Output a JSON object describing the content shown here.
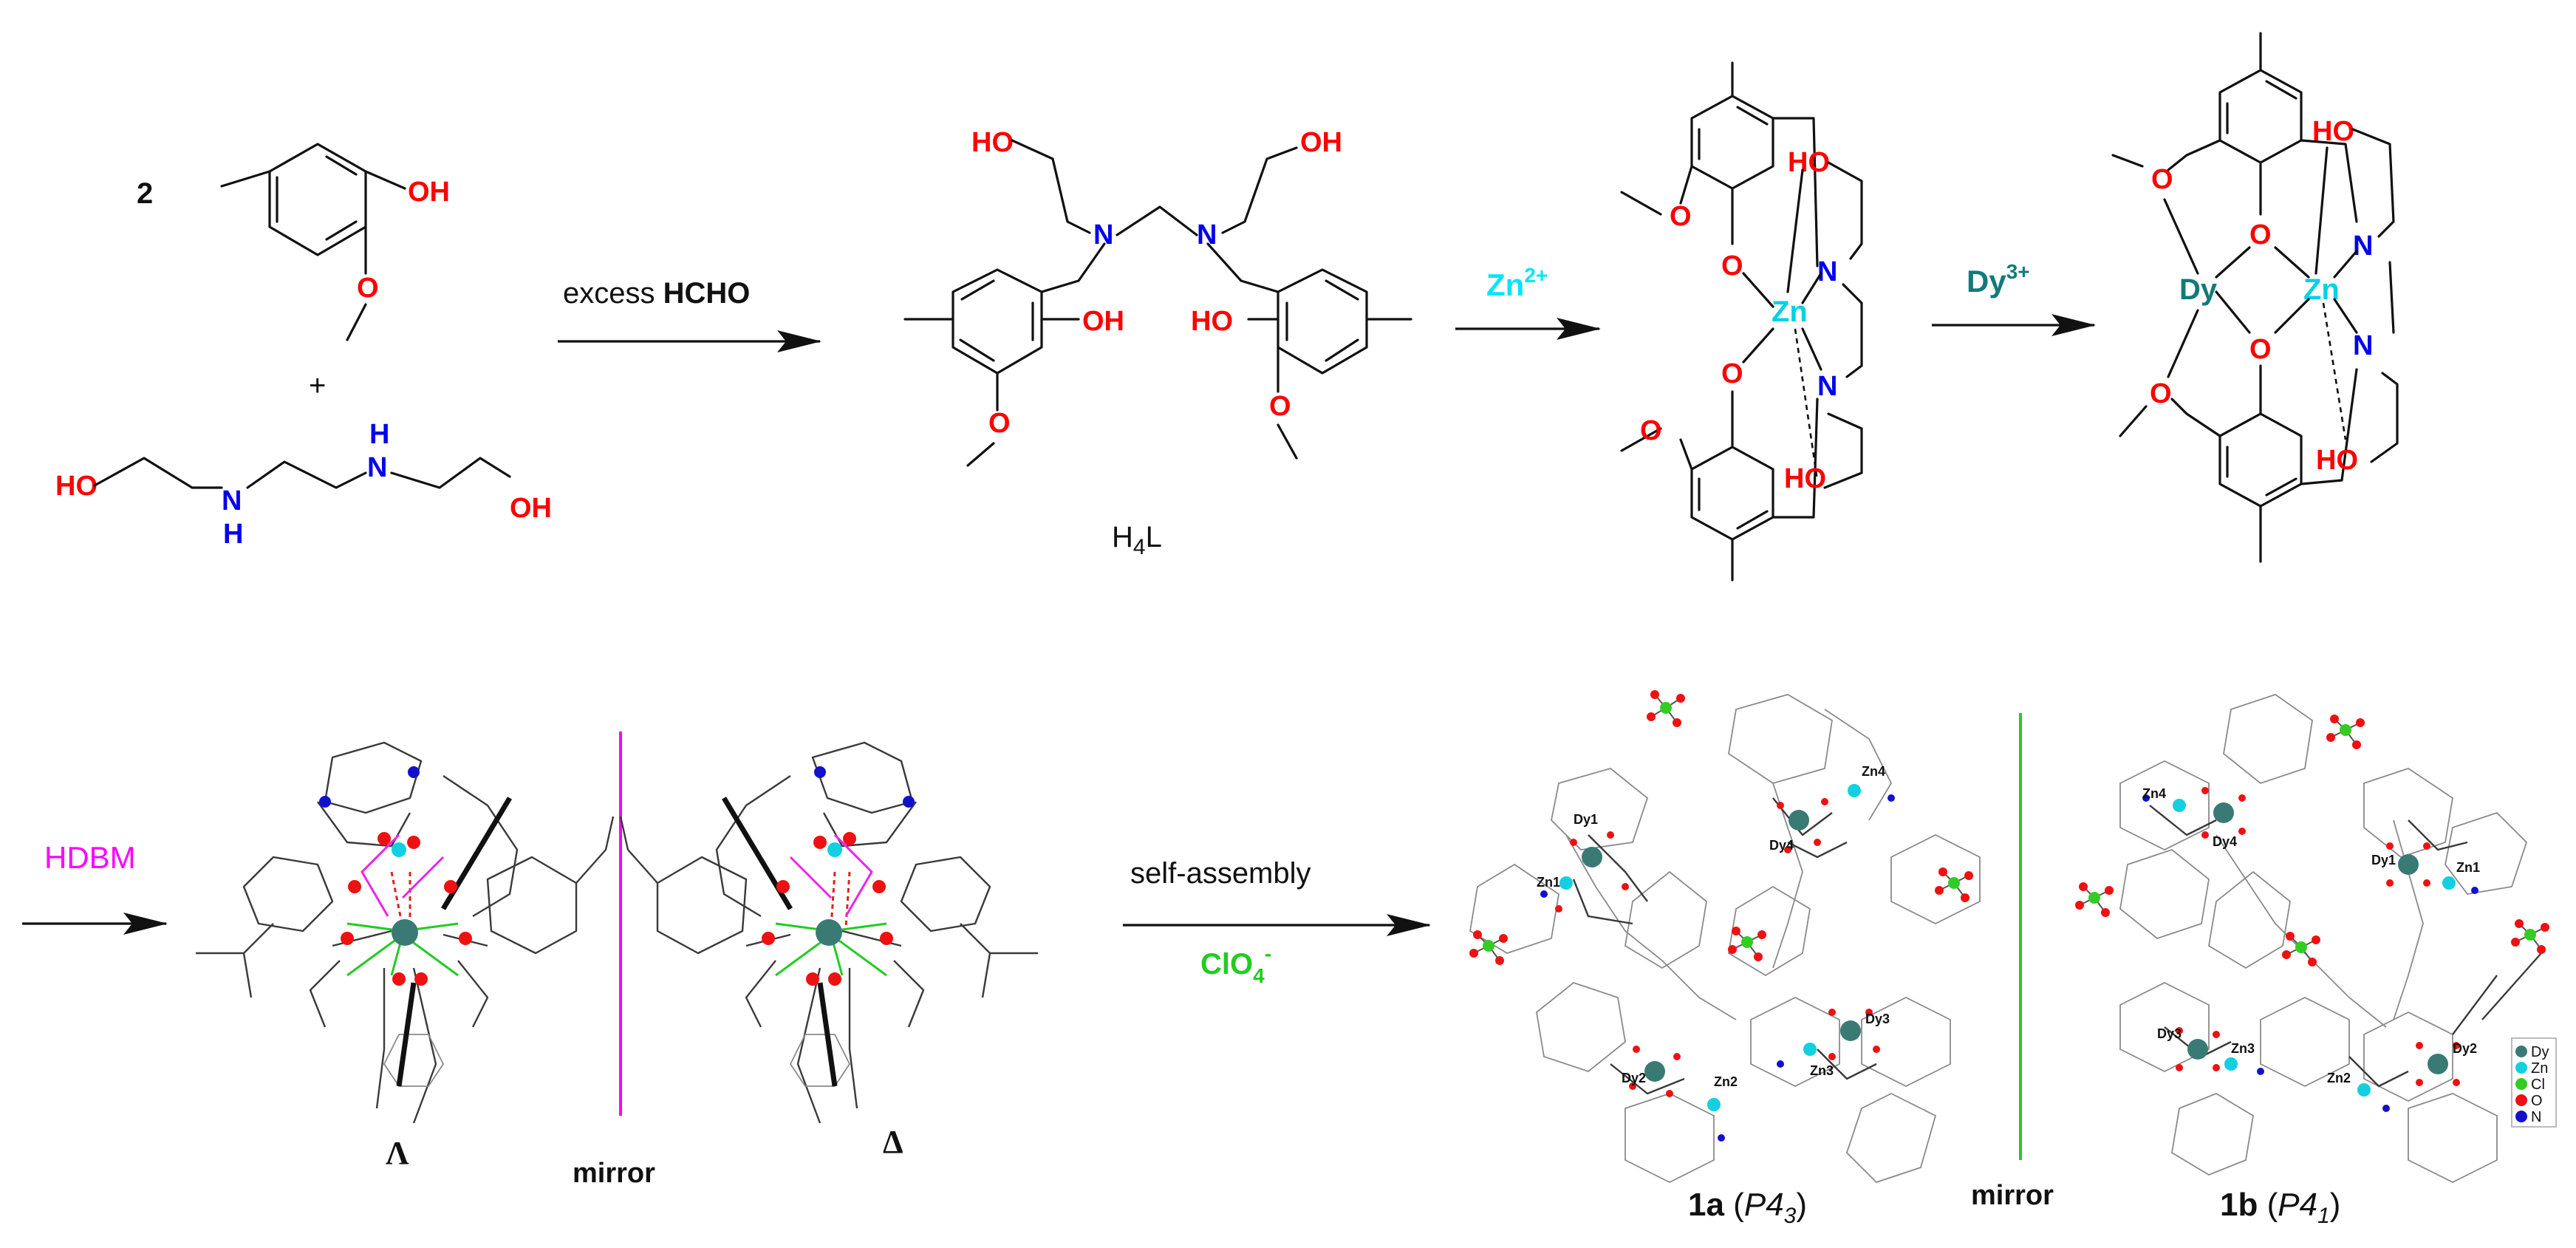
{
  "reactants": {
    "coefficient": "2",
    "phenol_oh": "OH",
    "methoxy_o": "O",
    "plus": "+",
    "amine_ho": "HO",
    "amine_nh1_n": "N",
    "amine_nh1_h": "H",
    "amine_nh2_h": "H",
    "amine_nh2_n": "N",
    "amine_oh": "OH"
  },
  "arrow1": {
    "label_prefix": "excess ",
    "label_bold": "HCHO"
  },
  "ligand": {
    "ho_left": "HO",
    "oh_right": "OH",
    "n_left": "N",
    "n_right": "N",
    "oh_ring_left": "OH",
    "ho_ring_right": "HO",
    "ome_left_o": "O",
    "ome_right_o": "O",
    "name_main": "H",
    "name_sub": "4",
    "name_tail": "L"
  },
  "arrow2": {
    "label_main": "Zn",
    "label_sup": "2+",
    "color": "#00e5ff"
  },
  "zn_complex": {
    "ho_top": "HO",
    "ho_bottom": "HO",
    "n_top": "N",
    "n_bottom": "N",
    "o_top": "O",
    "o_bottom": "O",
    "ome_top_o": "O",
    "ome_bottom_o": "O",
    "metal": "Zn",
    "metal_color": "#00d2e6"
  },
  "arrow3": {
    "label_main": "Dy",
    "label_sup": "3+",
    "color": "#127a7a"
  },
  "zndy_complex": {
    "ho_top": "HO",
    "ho_bottom": "HO",
    "n_top": "N",
    "n_bottom": "N",
    "o_top": "O",
    "o_bottom": "O",
    "ome_top_o": "O",
    "ome_bottom_o": "O",
    "dy": "Dy",
    "zn": "Zn",
    "dy_color": "#127a7a",
    "zn_color": "#00d2e6"
  },
  "row2_arrow": {
    "label": "HDBM",
    "color": "#ff00ff"
  },
  "enantiomers": {
    "left": "Λ",
    "right": "Δ",
    "mirror": "mirror",
    "mirror_line_color": "#ff00ff"
  },
  "assembly_arrow": {
    "label": "self-assembly",
    "anion_main": "ClO",
    "anion_sub": "4",
    "anion_sup": "-",
    "anion_color": "#22cc22"
  },
  "crystals": {
    "left_labels": [
      "Dy1",
      "Zn1",
      "Dy4",
      "Zn4",
      "Dy2",
      "Zn2",
      "Dy3",
      "Zn3"
    ],
    "right_labels": [
      "Zn4",
      "Dy4",
      "Dy1",
      "Zn1",
      "Dy3",
      "Zn3",
      "Zn2",
      "Dy2"
    ],
    "caption_left_bold": "1a",
    "caption_left_sg": "P4",
    "caption_left_sub": "3",
    "caption_right_bold": "1b",
    "caption_right_sg": "P4",
    "caption_right_sub": "1",
    "mirror": "mirror",
    "mirror_line_color": "#22cc22"
  },
  "legend": {
    "items": [
      {
        "label": "Dy",
        "color": "#3a7a74"
      },
      {
        "label": "Zn",
        "color": "#12d0e0"
      },
      {
        "label": "Cl",
        "color": "#33cc22"
      },
      {
        "label": "O",
        "color": "#ee1111"
      },
      {
        "label": "N",
        "color": "#1111cc"
      }
    ]
  }
}
